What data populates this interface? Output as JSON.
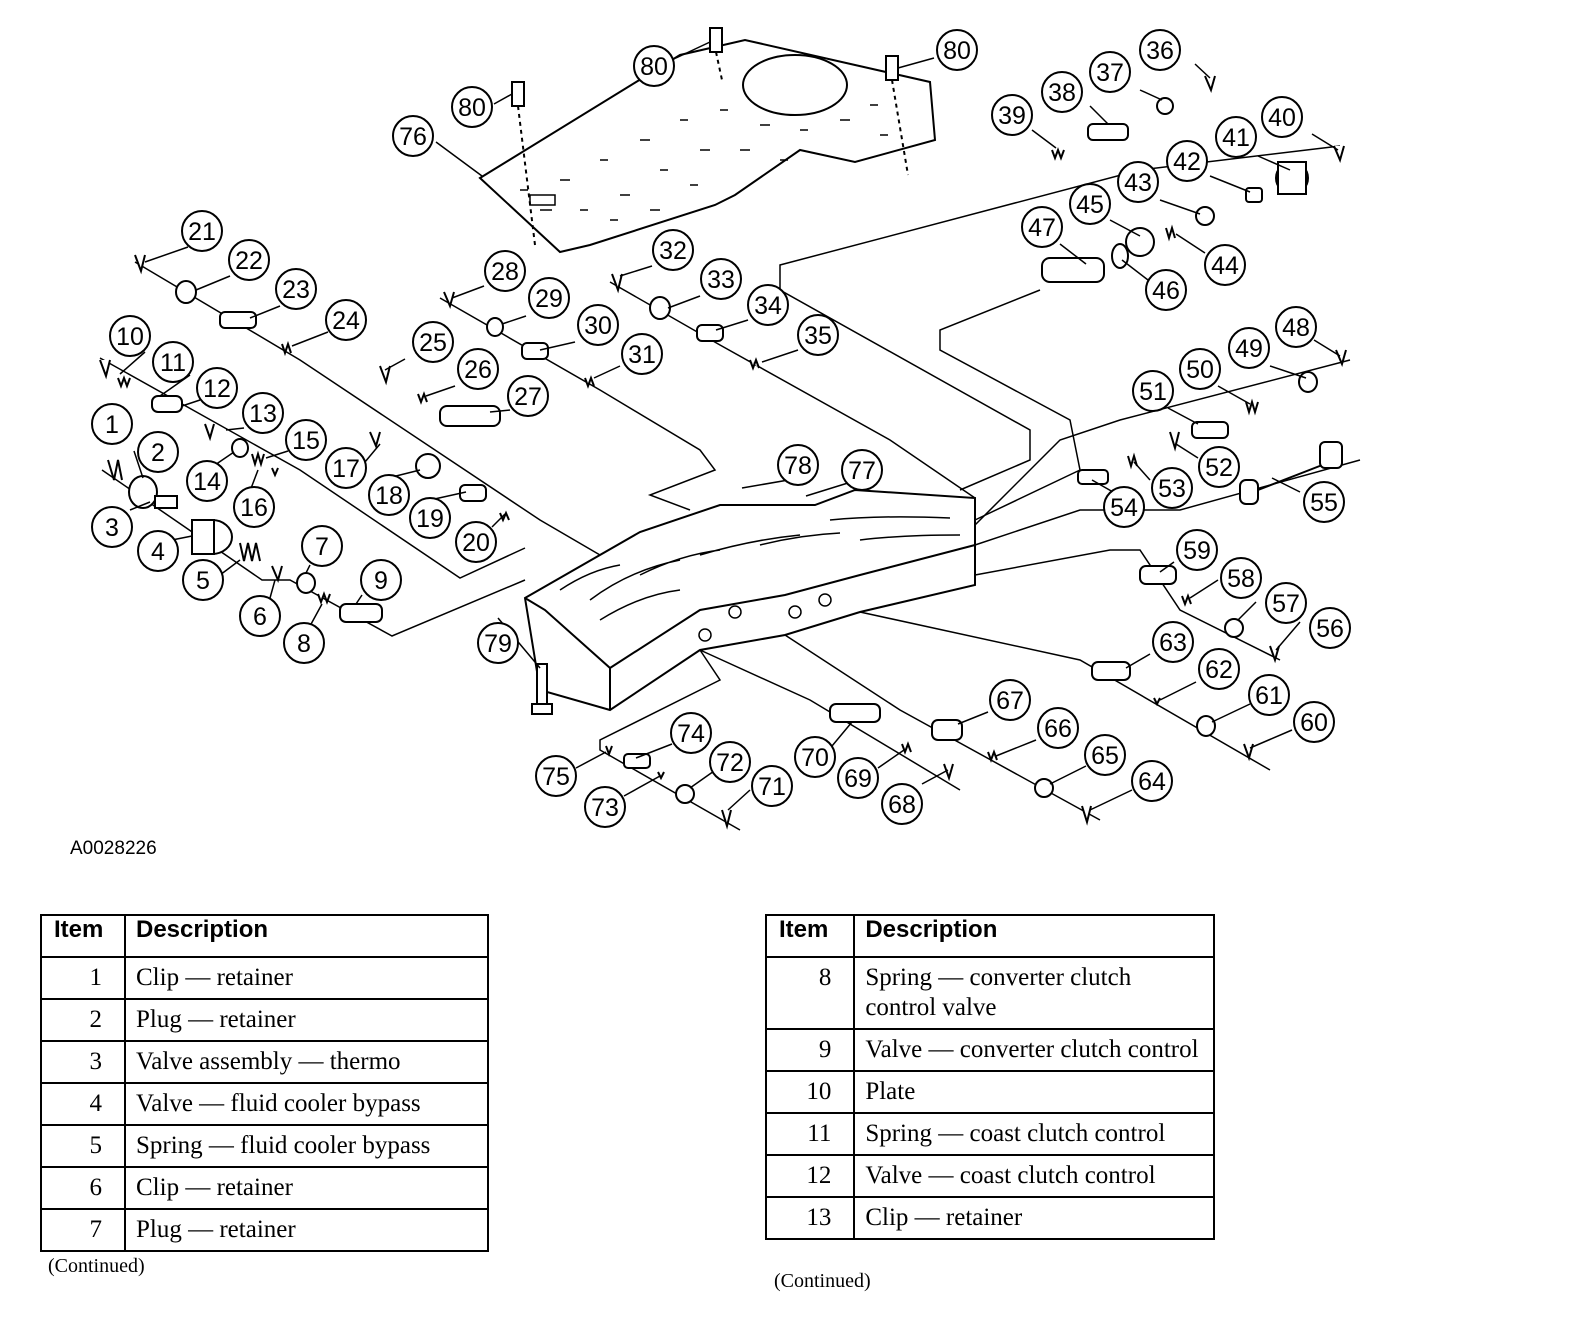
{
  "figure": {
    "id": "A0028226",
    "callouts": [
      "1",
      "2",
      "3",
      "4",
      "5",
      "6",
      "7",
      "8",
      "9",
      "10",
      "11",
      "12",
      "13",
      "14",
      "15",
      "16",
      "17",
      "18",
      "19",
      "20",
      "21",
      "22",
      "23",
      "24",
      "25",
      "26",
      "27",
      "28",
      "29",
      "30",
      "31",
      "32",
      "33",
      "34",
      "35",
      "36",
      "37",
      "38",
      "39",
      "40",
      "41",
      "42",
      "43",
      "44",
      "45",
      "46",
      "47",
      "48",
      "49",
      "50",
      "51",
      "52",
      "53",
      "54",
      "55",
      "56",
      "57",
      "58",
      "59",
      "60",
      "61",
      "62",
      "63",
      "64",
      "65",
      "66",
      "67",
      "68",
      "69",
      "70",
      "71",
      "72",
      "73",
      "74",
      "75",
      "76",
      "77",
      "78",
      "79",
      "80",
      "80",
      "80"
    ]
  },
  "tables": [
    {
      "header": {
        "item": "Item",
        "description": "Description"
      },
      "rows": [
        {
          "item": "1",
          "description": "Clip — retainer"
        },
        {
          "item": "2",
          "description": "Plug — retainer"
        },
        {
          "item": "3",
          "description": "Valve assembly — thermo"
        },
        {
          "item": "4",
          "description": "Valve — fluid cooler bypass"
        },
        {
          "item": "5",
          "description": "Spring — fluid cooler bypass"
        },
        {
          "item": "6",
          "description": "Clip — retainer"
        },
        {
          "item": "7",
          "description": "Plug — retainer"
        }
      ],
      "footer": "(Continued)"
    },
    {
      "header": {
        "item": "Item",
        "description": "Description"
      },
      "rows": [
        {
          "item": "8",
          "description": "Spring — converter clutch control valve"
        },
        {
          "item": "9",
          "description": "Valve — converter clutch control"
        },
        {
          "item": "10",
          "description": "Plate"
        },
        {
          "item": "11",
          "description": "Spring — coast clutch control"
        },
        {
          "item": "12",
          "description": "Valve — coast clutch control"
        },
        {
          "item": "13",
          "description": "Clip — retainer"
        }
      ],
      "footer": "(Continued)"
    }
  ]
}
